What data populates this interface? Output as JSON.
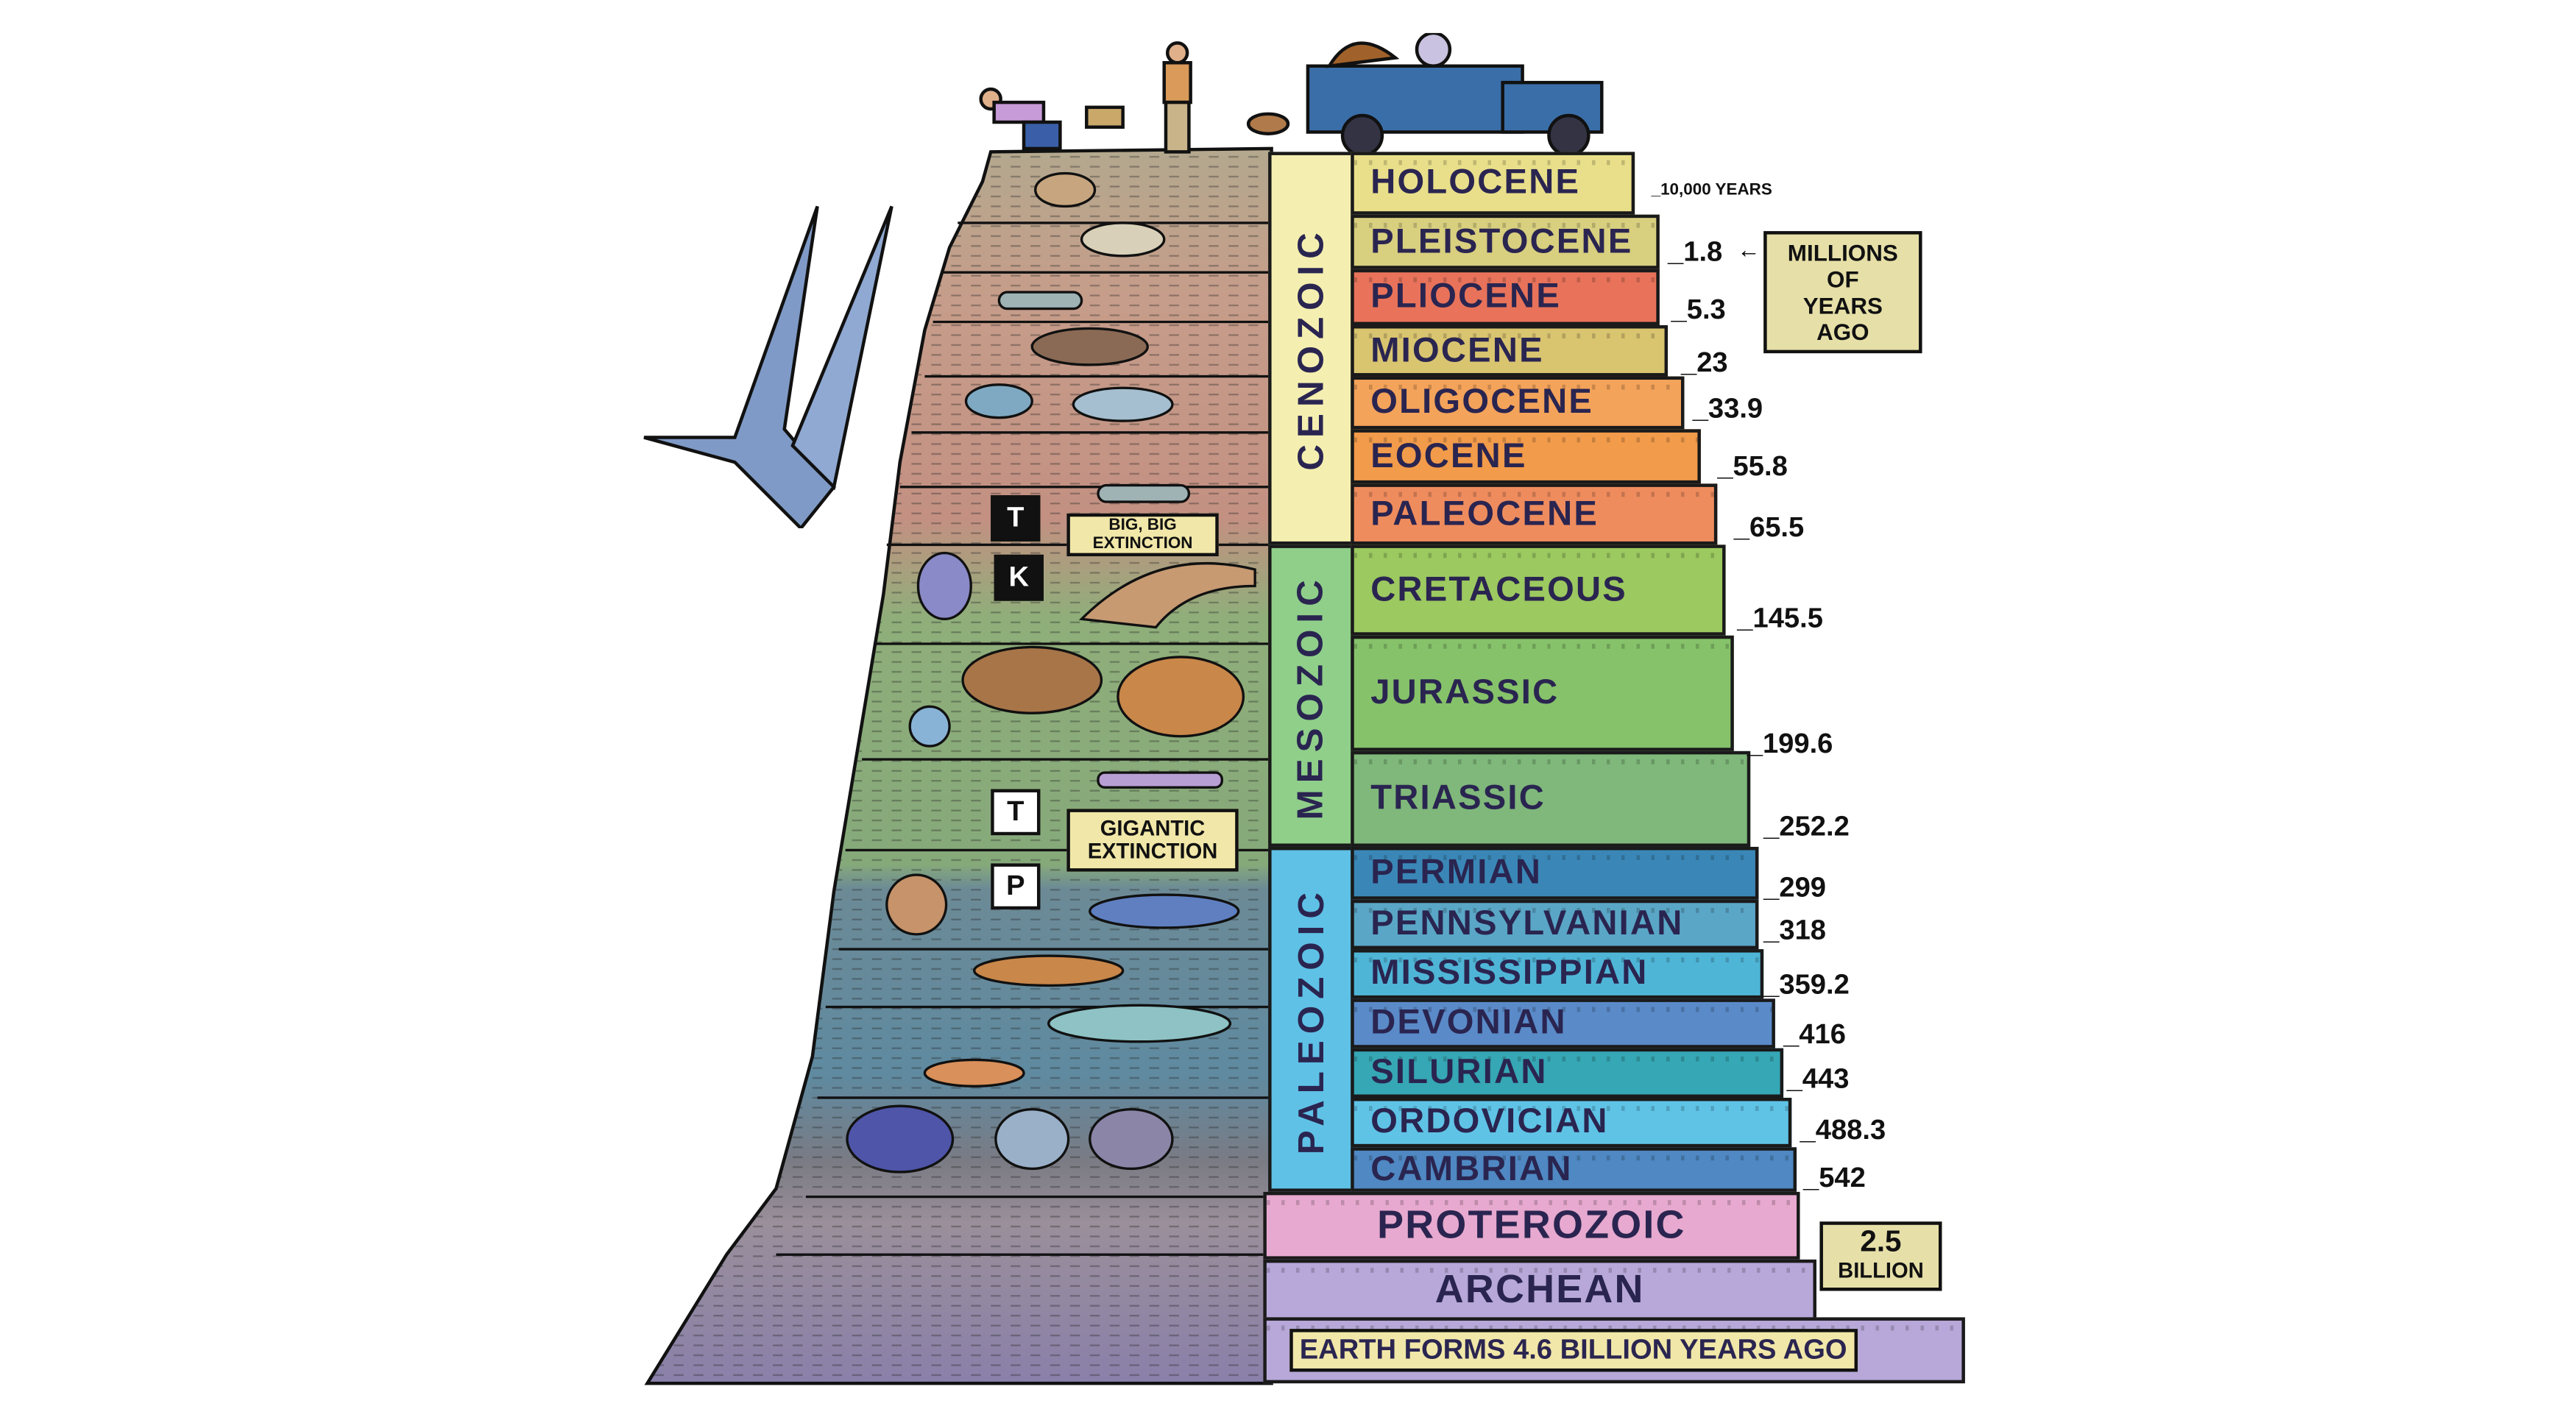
{
  "eras": [
    {
      "name": "CENOZOIC",
      "color": "#f4efb0"
    },
    {
      "name": "MESOZOIC",
      "color": "#8fcf8a"
    },
    {
      "name": "PALEOZOIC",
      "color": "#5fc1e6"
    }
  ],
  "periods": [
    {
      "name": "HOLOCENE",
      "color": "#e9df8a",
      "age": "10,000 YEARS"
    },
    {
      "name": "PLEISTOCENE",
      "color": "#d8cf7f",
      "age": "1.8"
    },
    {
      "name": "PLIOCENE",
      "color": "#e8735a",
      "age": "5.3"
    },
    {
      "name": "MIOCENE",
      "color": "#d9c470",
      "age": "23"
    },
    {
      "name": "OLIGOCENE",
      "color": "#f4a35a",
      "age": "33.9"
    },
    {
      "name": "EOCENE",
      "color": "#f29b4a",
      "age": "55.8"
    },
    {
      "name": "PALEOCENE",
      "color": "#ef8c5e",
      "age": "65.5"
    },
    {
      "name": "CRETACEOUS",
      "color": "#9cc960",
      "age": "145.5"
    },
    {
      "name": "JURASSIC",
      "color": "#86c26a",
      "age": "199.6"
    },
    {
      "name": "TRIASSIC",
      "color": "#7fb87a",
      "age": "252.2"
    },
    {
      "name": "PERMIAN",
      "color": "#3a87b7",
      "age": "299"
    },
    {
      "name": "PENNSYLVANIAN",
      "color": "#5aa6c6",
      "age": "318"
    },
    {
      "name": "MISSISSIPPIAN",
      "color": "#4fb5d7",
      "age": "359.2"
    },
    {
      "name": "DEVONIAN",
      "color": "#5a8ac8",
      "age": "416"
    },
    {
      "name": "SILURIAN",
      "color": "#36a7b4",
      "age": "443"
    },
    {
      "name": "ORDOVICIAN",
      "color": "#5fc3e6",
      "age": "488.3"
    },
    {
      "name": "CAMBRIAN",
      "color": "#4f88c2",
      "age": "542"
    },
    {
      "name": "PROTEROZOIC",
      "color": "#e7a9cf",
      "age": ""
    },
    {
      "name": "ARCHEAN",
      "color": "#b7a8d9",
      "age": ""
    }
  ],
  "earth_forms": "EARTH FORMS 4.6 BILLION YEARS AGO",
  "units_box": {
    "line1": "MILLIONS",
    "line2": "OF",
    "line3": "YEARS",
    "line4": "AGO"
  },
  "billion_box": {
    "value": "2.5",
    "unit": "BILLION"
  },
  "badges": [
    "T",
    "K",
    "T",
    "P"
  ],
  "callouts": {
    "kt": {
      "line1": "BIG, BIG",
      "line2": "EXTINCTION"
    },
    "pt": {
      "line1": "GIGANTIC",
      "line2": "EXTINCTION"
    }
  },
  "cliff_color": "#a59a86"
}
